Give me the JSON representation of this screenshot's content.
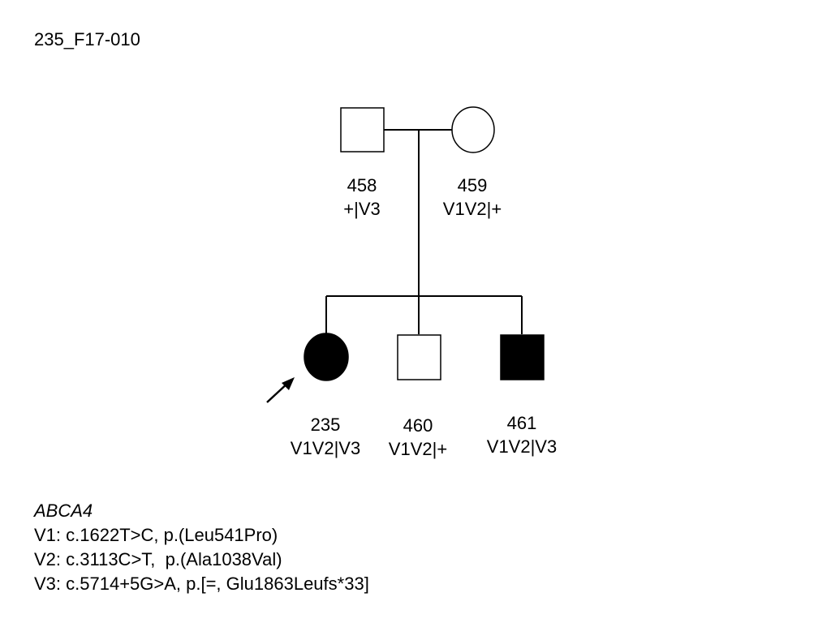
{
  "title": "235_F17-010",
  "members": {
    "m458": {
      "id": "458",
      "genotype": "+|V3",
      "sex": "male",
      "affected": false
    },
    "m459": {
      "id": "459",
      "genotype": "V1V2|+",
      "sex": "female",
      "affected": false
    },
    "m235": {
      "id": "235",
      "genotype": "V1V2|V3",
      "sex": "female",
      "affected": true,
      "proband": true
    },
    "m460": {
      "id": "460",
      "genotype": "V1V2|+",
      "sex": "male",
      "affected": false
    },
    "m461": {
      "id": "461",
      "genotype": "V1V2|V3",
      "sex": "male",
      "affected": true
    }
  },
  "legend": {
    "gene": "ABCA4",
    "variants": [
      "V1: c.1622T>C, p.(Leu541Pro)",
      "V2: c.3113C>T,  p.(Ala1038Val)",
      "V3: c.5714+5G>A, p.[=, Glu1863Leufs*33]"
    ]
  },
  "colors": {
    "line": "#000000",
    "affected_fill": "#000000",
    "unaffected_fill": "#ffffff"
  }
}
